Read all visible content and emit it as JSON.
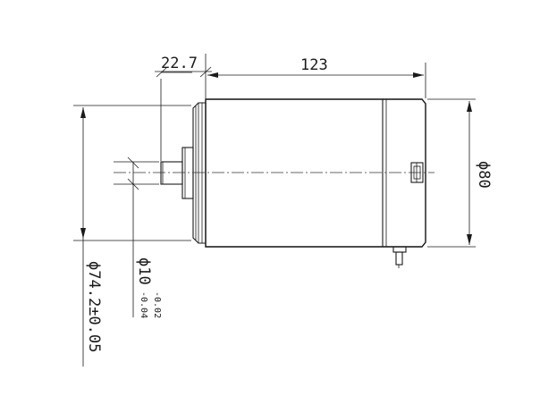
{
  "drawing": {
    "dimensions": {
      "flange_length": "22.7",
      "body_length": "123",
      "body_diameter": "ϕ80",
      "shaft_diameter": "ϕ10",
      "shaft_tol_upper": "-0.02",
      "shaft_tol_lower": "-0.04",
      "flange_diameter": "ϕ74.2±0.05"
    }
  }
}
